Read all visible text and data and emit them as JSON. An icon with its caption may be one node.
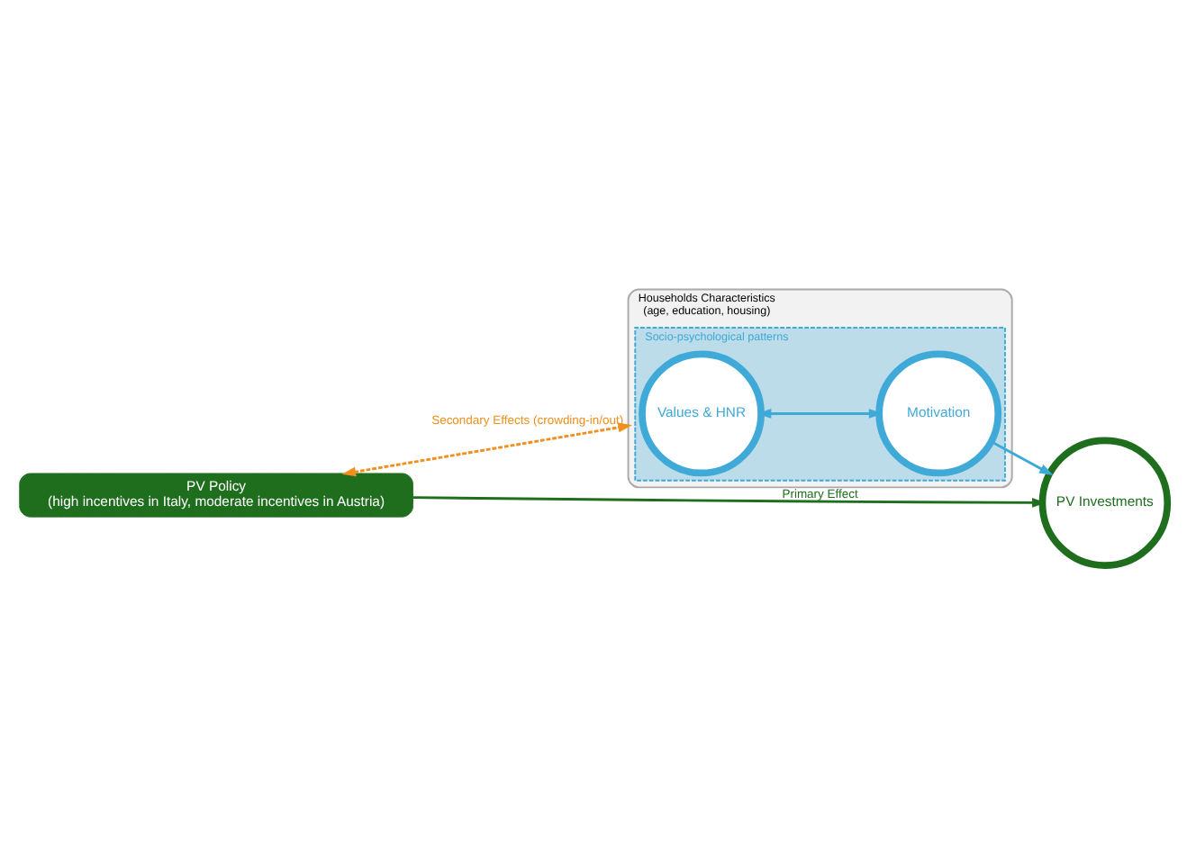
{
  "diagram": {
    "nodes": [
      {
        "text": [
          "PV Policy",
          "(high incentives in Italy, moderate incentives in Austria)"
        ]
      },
      {
        "text": [
          "Households Characteristics",
          "(age, education, housing)"
        ]
      },
      {
        "text": [
          "Socio-psychological patterns"
        ],
        "in": 1
      },
      {
        "text": [
          "Values & HNR"
        ],
        "in": 2
      },
      {
        "text": [
          "Motivation"
        ],
        "in": 2
      },
      {
        "text": [
          "PV Investments"
        ]
      }
    ],
    "edges": [
      {
        "from": 0,
        "to": 1,
        "arrow": "both",
        "label": "Secondary Effects (crowding-in/out)",
        "style": "dashed",
        "color": "#f0901e"
      },
      {
        "from": 0,
        "to": 5,
        "arrow": "to",
        "label": "Primary Effect",
        "color": "#1e6e1e"
      },
      {
        "from": 3,
        "to": 4,
        "arrow": "both",
        "color": "#3fa9d8"
      },
      {
        "from": 4,
        "to": 5,
        "arrow": "to",
        "color": "#3fa9d8"
      }
    ]
  }
}
